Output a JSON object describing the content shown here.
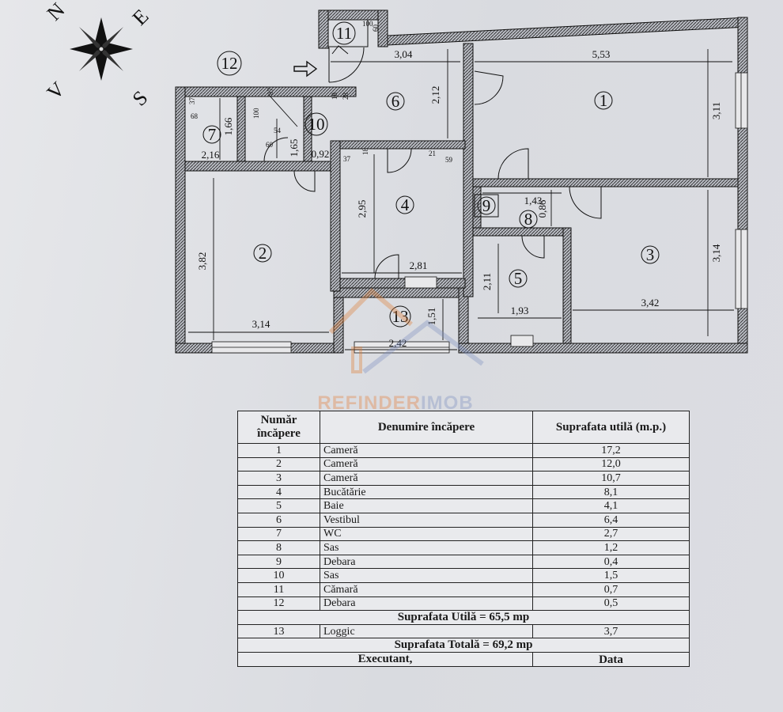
{
  "compass": {
    "north": "N",
    "east": "E",
    "south": "S",
    "west": "V"
  },
  "plan": {
    "rooms": [
      {
        "number": "1"
      },
      {
        "number": "2"
      },
      {
        "number": "3"
      },
      {
        "number": "4"
      },
      {
        "number": "5"
      },
      {
        "number": "6"
      },
      {
        "number": "7"
      },
      {
        "number": "8"
      },
      {
        "number": "9"
      },
      {
        "number": "10"
      },
      {
        "number": "11"
      },
      {
        "number": "12"
      },
      {
        "number": "13"
      }
    ],
    "dimensions": {
      "r1_width": "5,53",
      "r1_height": "3,11",
      "r6_width": "3,04",
      "r6_height": "2,12",
      "r7_width": "2,16",
      "r7_height": "1,66",
      "r10_width": "0,92",
      "r10_height": "1,65",
      "r4_width": "2,81",
      "r4_height": "2,95",
      "r2_width": "3,14",
      "r2_height": "3,82",
      "r3_width": "3,42",
      "r3_height": "3,14",
      "r8_width": "1,43",
      "r8_height": "0,86",
      "r5_width": "1,93",
      "r5_height": "2,11",
      "r13_width": "2,42",
      "r13_height": "1,51"
    },
    "small_marks": {
      "m100": "100",
      "m60a": "60",
      "m28": "28",
      "m18a": "18",
      "m37a": "37",
      "m68": "68",
      "m100b": "100",
      "m87": "87",
      "m54": "54",
      "m60b": "60",
      "m37b": "37",
      "m18b": "18",
      "m21": "21",
      "m59": "59"
    }
  },
  "watermark": {
    "part1": "REFINDER",
    "part2": "IMOB"
  },
  "table": {
    "header_num": "Număr încăpere",
    "header_name": "Denumire încăpere",
    "header_area": "Suprafata utilă (m.p.)",
    "rows": [
      {
        "num": "1",
        "name": "Cameră",
        "area": "17,2"
      },
      {
        "num": "2",
        "name": "Cameră",
        "area": "12,0"
      },
      {
        "num": "3",
        "name": "Cameră",
        "area": "10,7"
      },
      {
        "num": "4",
        "name": "Bucătărie",
        "area": "8,1"
      },
      {
        "num": "5",
        "name": "Baie",
        "area": "4,1"
      },
      {
        "num": "6",
        "name": "Vestibul",
        "area": "6,4"
      },
      {
        "num": "7",
        "name": "WC",
        "area": "2,7"
      },
      {
        "num": "8",
        "name": "Sas",
        "area": "1,2"
      },
      {
        "num": "9",
        "name": "Debara",
        "area": "0,4"
      },
      {
        "num": "10",
        "name": "Sas",
        "area": "1,5"
      },
      {
        "num": "11",
        "name": "Cămară",
        "area": "0,7"
      },
      {
        "num": "12",
        "name": "Debara",
        "area": "0,5"
      }
    ],
    "useful_total": "Suprafata Utilă = 65,5 mp",
    "loggia": {
      "num": "13",
      "name": "Loggic",
      "area": "3,7"
    },
    "grand_total": "Suprafata Totală = 69,2 mp",
    "executant": "Executant,",
    "date": "Data"
  }
}
